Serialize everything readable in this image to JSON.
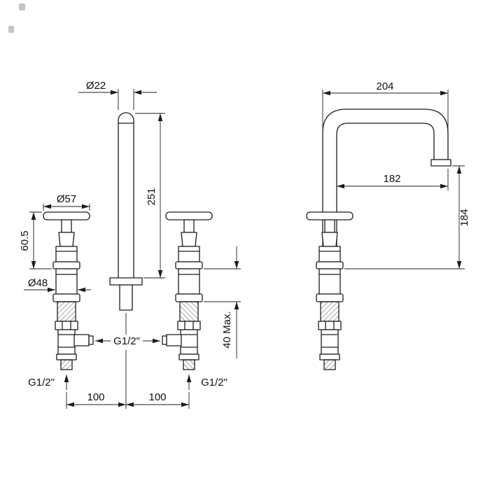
{
  "page": {
    "background": "#ffffff",
    "line_color": "#1c1c1c"
  },
  "drawing": {
    "type": "technical-dimension-drawing",
    "subject": "3-hole widespread basin mixer faucet, front view and side view"
  },
  "dims": {
    "front": {
      "spout_diameter": "Ø22",
      "spout_height": "251",
      "handle_diameter": "Ø57",
      "handle_height": "60.5",
      "base_diameter": "Ø48",
      "hose_connection": "G1/2\"",
      "left_inlet": "G1/2\"",
      "right_inlet": "G1/2\"",
      "spacing_left": "100",
      "spacing_right": "100",
      "max_deck_thickness": "40  Max."
    },
    "side": {
      "spout_reach_overall": "204",
      "spout_reach_to_outlet": "182",
      "outlet_height": "184"
    }
  }
}
